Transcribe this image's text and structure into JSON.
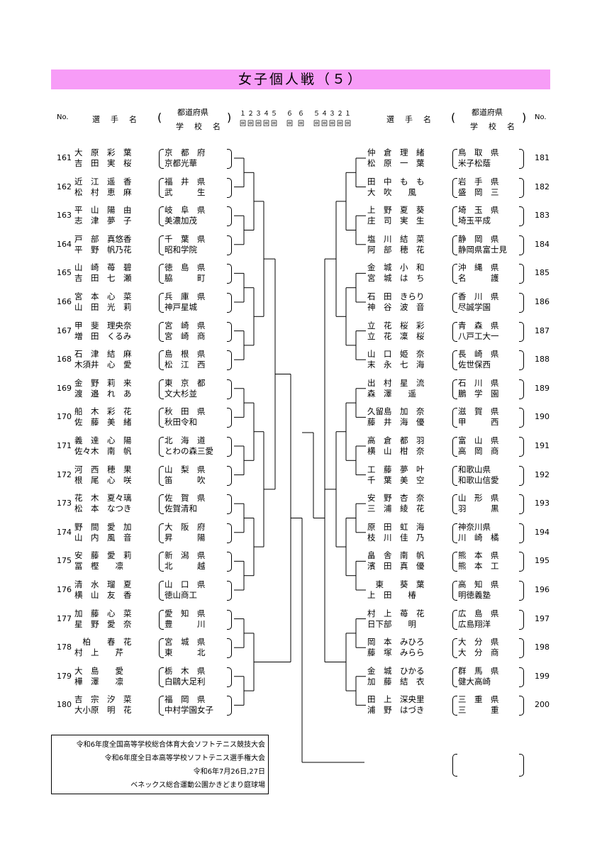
{
  "title": "女子個人戦（５）",
  "header": {
    "no_label": "No.",
    "player_label": "選　手　名",
    "pref_label": "都道府県",
    "school_label": "学　校　名",
    "rounds_left": "１２３４５　６",
    "rounds_right": "６　５４３２１",
    "round_marks": "回回回回回　回",
    "round_marks_right": "回　回回回回回"
  },
  "left_entries": [
    {
      "no": "161",
      "p1": "大　原　彩　葉",
      "p2": "吉　田　実　桜",
      "s1": "京　都　府",
      "s2": "京都光華"
    },
    {
      "no": "162",
      "p1": "近　江　遥　香",
      "p2": "松　村　恵　麻",
      "s1": "福　井　県",
      "s2": "武　　　生"
    },
    {
      "no": "163",
      "p1": "平　山　陽　由",
      "p2": "志　津　夢　子",
      "s1": "岐　阜　県",
      "s2": "美濃加茂"
    },
    {
      "no": "164",
      "p1": "戸　部　真悠香",
      "p2": "平　野　帆乃花",
      "s1": "千　葉　県",
      "s2": "昭和学院"
    },
    {
      "no": "165",
      "p1": "山　崎　苺　碧",
      "p2": "吉　田　七　瀬",
      "s1": "徳　島　県",
      "s2": "脇　　　町"
    },
    {
      "no": "166",
      "p1": "宮　本　心　菜",
      "p2": "山　田　光　莉",
      "s1": "兵　庫　県",
      "s2": "神戸星城"
    },
    {
      "no": "167",
      "p1": "甲　斐　理央奈",
      "p2": "増　田　くるみ",
      "s1": "宮　崎　県",
      "s2": "宮　崎　商"
    },
    {
      "no": "168",
      "p1": "石　津　結　麻",
      "p2": "木須井　心　愛",
      "s1": "島　根　県",
      "s2": "松　江　西"
    },
    {
      "no": "169",
      "p1": "金　野　莉　来",
      "p2": "渡　邉　れ　あ",
      "s1": "東　京　都",
      "s2": "文大杉並"
    },
    {
      "no": "170",
      "p1": "船　木　彩　花",
      "p2": "佐　藤　美　緒",
      "s1": "秋　田　県",
      "s2": "秋田令和"
    },
    {
      "no": "171",
      "p1": "義　達　心　陽",
      "p2": "佐々木　南　帆",
      "s1": "北　海　道",
      "s2": "とわの森三愛"
    },
    {
      "no": "172",
      "p1": "河　西　穂　果",
      "p2": "根　尾　心　咲",
      "s1": "山　梨　県",
      "s2": "笛　　　吹"
    },
    {
      "no": "173",
      "p1": "花　木　夏々璃",
      "p2": "松　本　なつき",
      "s1": "佐　賀　県",
      "s2": "佐賀清和"
    },
    {
      "no": "174",
      "p1": "野　間　愛　加",
      "p2": "山　内　風　音",
      "s1": "大　阪　府",
      "s2": "昇　　　陽"
    },
    {
      "no": "175",
      "p1": "安　藤　愛　莉",
      "p2": "冨　樫　　凛",
      "s1": "新　潟　県",
      "s2": "北　　　越"
    },
    {
      "no": "176",
      "p1": "清　水　瑠　夏",
      "p2": "横　山　友　香",
      "s1": "山　口　県",
      "s2": "徳山商工"
    },
    {
      "no": "177",
      "p1": "加　藤　心　菜",
      "p2": "星　野　愛　奈",
      "s1": "愛　知　県",
      "s2": "豊　　　川"
    },
    {
      "no": "178",
      "p1": "　柏　　春　花",
      "p2": "村　上　　芹",
      "s1": "宮　城　県",
      "s2": "東　　　北"
    },
    {
      "no": "179",
      "p1": "大　島　　愛",
      "p2": "樺　澤　　凛",
      "s1": "栃　木　県",
      "s2": "白鷗大足利"
    },
    {
      "no": "180",
      "p1": "吉　宗　汐　菜",
      "p2": "大小原　明　花",
      "s1": "福　岡　県",
      "s2": "中村学園女子"
    }
  ],
  "right_entries": [
    {
      "no": "181",
      "p1": "仲　倉　理　緒",
      "p2": "松　原　一　葉",
      "s1": "鳥　取　県",
      "s2": "米子松蔭"
    },
    {
      "no": "182",
      "p1": "田　中　も　も",
      "p2": "大　吹　　風",
      "s1": "岩　手　県",
      "s2": "盛　岡　三"
    },
    {
      "no": "183",
      "p1": "上　野　夏　葵",
      "p2": "庄　司　実　生",
      "s1": "埼　玉　県",
      "s2": "埼玉平成"
    },
    {
      "no": "184",
      "p1": "塩　川　結　菜",
      "p2": "阿　部　穂　花",
      "s1": "静　岡　県",
      "s2": "静岡県富士見"
    },
    {
      "no": "185",
      "p1": "金　城　小　和",
      "p2": "宮　城　は　ち",
      "s1": "沖　縄　県",
      "s2": "名　　　護"
    },
    {
      "no": "186",
      "p1": "石　田　きらり",
      "p2": "神　谷　波　音",
      "s1": "香　川　県",
      "s2": "尽誠学園"
    },
    {
      "no": "187",
      "p1": "立　花　桜　彩",
      "p2": "立　花　凜　桜",
      "s1": "青　森　県",
      "s2": "八戸工大一"
    },
    {
      "no": "188",
      "p1": "山　口　姫　奈",
      "p2": "末　永　七　海",
      "s1": "長　崎　県",
      "s2": "佐世保西"
    },
    {
      "no": "189",
      "p1": "出　村　星　流",
      "p2": "森　澤　　遥",
      "s1": "石　川　県",
      "s2": "鵬　学　園"
    },
    {
      "no": "190",
      "p1": "久留島　加　奈",
      "p2": "藤　井　海　優",
      "s1": "滋　賀　県",
      "s2": "甲　　　西"
    },
    {
      "no": "191",
      "p1": "高　倉　都　羽",
      "p2": "横　山　柑　奈",
      "s1": "富　山　県",
      "s2": "高　岡　商"
    },
    {
      "no": "192",
      "p1": "工　藤　夢　叶",
      "p2": "千　葉　美　空",
      "s1": "和歌山県",
      "s2": "和歌山信愛"
    },
    {
      "no": "193",
      "p1": "安　野　杏　奈",
      "p2": "三　浦　綾　花",
      "s1": "山　形　県",
      "s2": "羽　　　黒"
    },
    {
      "no": "194",
      "p1": "原　田　虹　海",
      "p2": "枝　川　佳　乃",
      "s1": "神奈川県",
      "s2": "川　崎　橘"
    },
    {
      "no": "195",
      "p1": "畠　舎　南　帆",
      "p2": "濱　田　真　優",
      "s1": "熊　本　県",
      "s2": "熊　本　工"
    },
    {
      "no": "196",
      "p1": "　東　　葵　葉",
      "p2": "上　田　　椿",
      "s1": "高　知　県",
      "s2": "明徳義塾"
    },
    {
      "no": "197",
      "p1": "村　上　苺　花",
      "p2": "日下部　　明",
      "s1": "広　島　県",
      "s2": "広島翔洋"
    },
    {
      "no": "198",
      "p1": "岡　本　みひろ",
      "p2": "藤　塚　みらら",
      "s1": "大　分　県",
      "s2": "大　分　商"
    },
    {
      "no": "199",
      "p1": "金　城　ひかる",
      "p2": "加　藤　結　衣",
      "s1": "群　馬　県",
      "s2": "健大高崎"
    },
    {
      "no": "200",
      "p1": "田　上　深央里",
      "p2": "浦　野　はづき",
      "s1": "三　重　県",
      "s2": "三　　　重"
    }
  ],
  "footer": {
    "line1": "令和6年度全国高等学校総合体育大会ソフトテニス競技大会",
    "line2": "令和6年度全日本高等学校ソフトテニス選手権大会",
    "line3": "令和6年7月26日,27日",
    "line4": "ベネックス総合運動公園かきどまり庭球場"
  }
}
